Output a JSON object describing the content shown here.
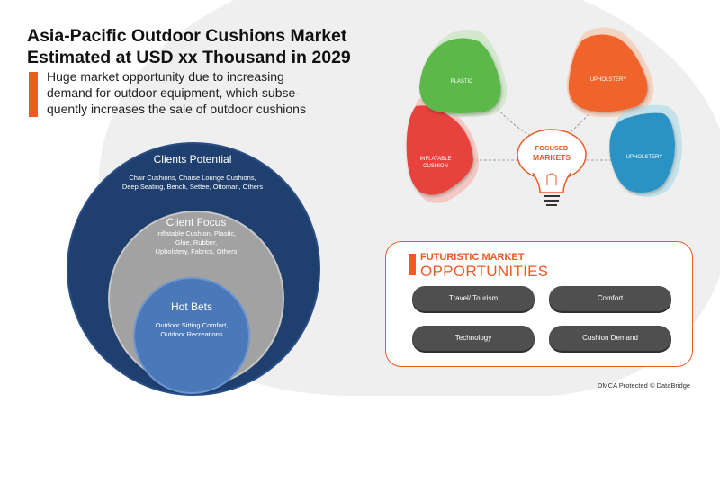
{
  "title_line1": "Asia-Pacific Outdoor Cushions Market",
  "title_line2": "Estimated at USD xx Thousand in 2029",
  "subtitle_line1": "Huge market opportunity due to increasing",
  "subtitle_line2": "demand for outdoor equipment, which subse-",
  "subtitle_line3": "quently increases the sale of outdoor cushions",
  "circles": {
    "outer": {
      "heading": "Clients Potential",
      "line1": "Chair Cushions, Chaise Lounge Cushions,",
      "line2": "Deep Seating, Bench, Settee, Ottoman, Others"
    },
    "middle": {
      "heading": "Client Focus",
      "line1": "Inflatable Cushion, Plastic,",
      "line2": "Glue, Rubber,",
      "line3": "Upholstery, Fabrics, Others"
    },
    "inner": {
      "heading": "Hot Bets",
      "line1": "Outdoor Sitting Comfort,",
      "line2": "Outdoor Recreations"
    }
  },
  "focused": {
    "label_line1": "FOCUSED",
    "label_line2": "MARKETS",
    "petals": [
      {
        "line1": "INFLATABLE",
        "line2": "CUSHION",
        "color": "#e8423c"
      },
      {
        "line1": "PLASTIC",
        "line2": "",
        "color": "#5cb84a"
      },
      {
        "line1": "UPHOLSTERY",
        "line2": "",
        "color": "#f0632c"
      },
      {
        "line1": "UPHOLSTERY",
        "line2": "",
        "color": "#2a93c4"
      }
    ]
  },
  "opportunities": {
    "title_line1": "FUTURISTIC MARKET",
    "title_line2": "OPPORTUNITIES",
    "items": [
      "Travel/ Tourism",
      "Comfort",
      "Technology",
      "Cushion Demand"
    ]
  },
  "dmca": "DMCA Protected © DataBridge",
  "colors": {
    "accent": "#ee5a24",
    "navy": "#1f3f6e",
    "gray": "#a2a2a2",
    "blue": "#4a78b8",
    "pill": "#4f4f4f"
  }
}
